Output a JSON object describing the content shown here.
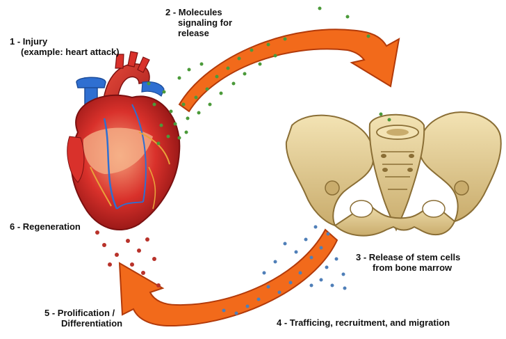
{
  "labels": {
    "injury": {
      "line1": "1 - Injury",
      "line2": "(example: heart attack)"
    },
    "signaling": {
      "line1": "2 - Molecules",
      "line2": "signaling for",
      "line3": "release"
    },
    "release": {
      "line1": "3 - Release of stem cells",
      "line2": "from bone marrow"
    },
    "trafficking": {
      "line1": "4 - Trafficing, recruitment, and migration"
    },
    "prolification": {
      "line1": "5 - Prolification /",
      "line2": "Differentiation"
    },
    "regeneration": {
      "line1": "6 - Regeneration"
    }
  },
  "colors": {
    "arrow_fill": "#f26a1b",
    "arrow_stroke": "#b23a0a",
    "heart_red": "#d9312b",
    "heart_blue": "#2f6fd1",
    "bone": "#e8d39a",
    "bone_shadow": "#b89a5a",
    "dot_green": "#4b9a3a",
    "dot_blue": "#4f7fb8",
    "dot_red": "#b8322a"
  }
}
